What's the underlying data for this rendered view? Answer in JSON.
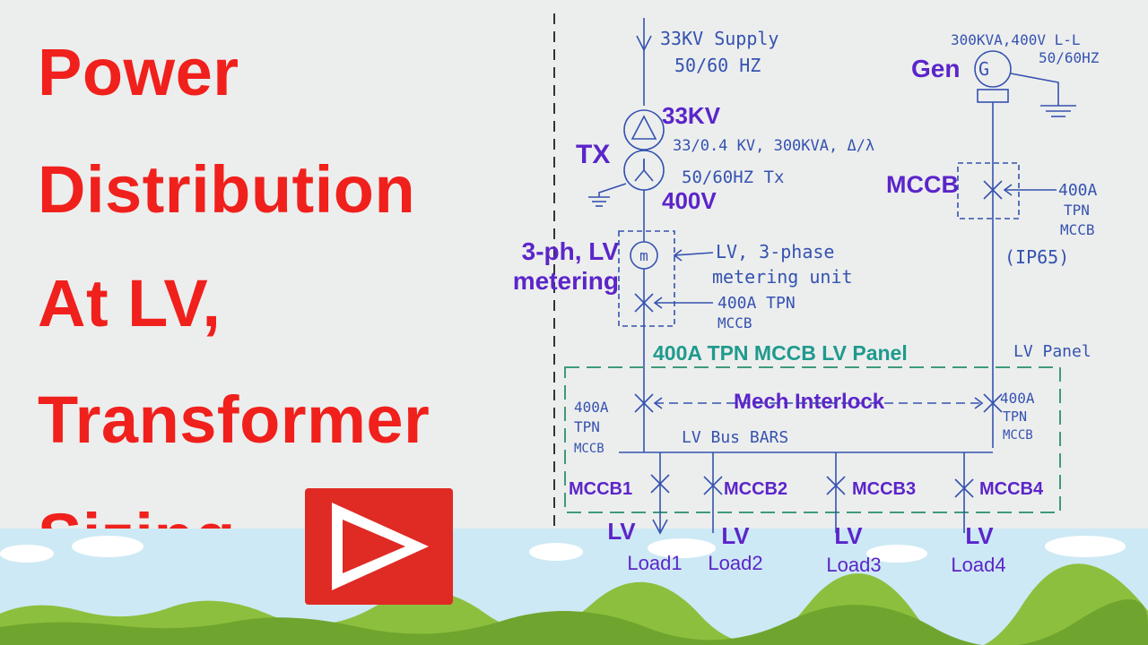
{
  "title": {
    "line1": "Power",
    "line2": "Distribution",
    "line3": "At LV,",
    "line4": "Transformer",
    "line5": "Sizing"
  },
  "colors": {
    "title": "#f0201c",
    "label": "#5b25c9",
    "panel_label": "#1f9a8e",
    "handwriting": "#3552b0",
    "play": "#e02a24",
    "grass": "#8dbf3e"
  },
  "play_icon": "play-button-icon",
  "handwritten": {
    "supply_line1": "33KV Supply",
    "supply_line2": "50/60 HZ",
    "tx_spec_line1": "33/0.4 KV, 300KVA, Δ/λ",
    "tx_spec_line2": "50/60HZ Tx",
    "gen_spec_line1": "300KVA,400V L-L",
    "gen_spec_line2": "50/60HZ",
    "gen_mccb_line1": "400A",
    "gen_mccb_line2": "TPN",
    "gen_mccb_line3": "MCCB",
    "gen_mccb_line4": "(IP65)",
    "metering_line1": "LV, 3-phase",
    "metering_line2": "metering unit",
    "tx_mccb_line1": "400A TPN",
    "tx_mccb_line2": "MCCB",
    "lv_panel": "LV Panel",
    "left_in_line1": "400A",
    "left_in_line2": "TPN",
    "left_in_line3": "MCCB",
    "right_in_line1": "400A",
    "right_in_line2": "TPN",
    "right_in_line3": "MCCB",
    "busbar": "LV Bus BARS",
    "meter_symbol": "m",
    "gen_symbol": "G"
  },
  "labels": {
    "kv33": "33KV",
    "tx": "TX",
    "v400": "400V",
    "gen": "Gen",
    "mccb": "MCCB",
    "metering_line1": "3-ph, LV",
    "metering_line2": "metering",
    "panel_title": "400A TPN MCCB LV Panel",
    "interlock": "Mech Interlock",
    "mccb1": "MCCB1",
    "mccb2": "MCCB2",
    "mccb3": "MCCB3",
    "mccb4": "MCCB4"
  },
  "loads": [
    {
      "lv": "LV",
      "name": "Load1"
    },
    {
      "lv": "LV",
      "name": "Load2"
    },
    {
      "lv": "LV",
      "name": "Load3"
    },
    {
      "lv": "LV",
      "name": "Load4"
    }
  ]
}
